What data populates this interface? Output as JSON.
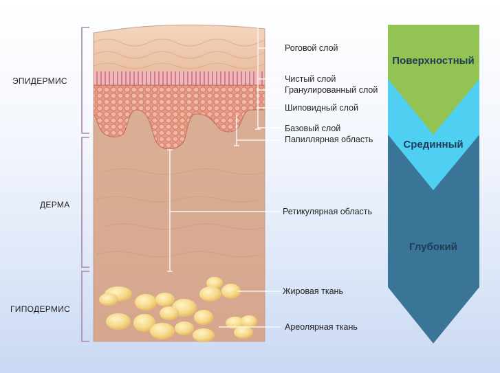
{
  "regions": {
    "epidermis": "ЭПИДЕРМИС",
    "dermis": "ДЕРМА",
    "hypodermis": "ГИПОДЕРМИС"
  },
  "layers": {
    "stratum_corneum": "Роговой слой",
    "stratum_lucidum": "Чистый слой",
    "stratum_granulosum": "Гранулированный слой",
    "stratum_spinosum": "Шиповидный слой",
    "stratum_basale": "Базовый слой",
    "papillary": "Папиллярная область",
    "reticular": "Ретикулярная область",
    "adipose": "Жировая ткань",
    "areolar": "Ареолярная ткань"
  },
  "depth_scale": {
    "superficial": "Поверхностный",
    "medium": "Срединный",
    "deep": "Глубокий"
  },
  "colors": {
    "superficial": "#92c353",
    "medium": "#4fd0f2",
    "deep": "#3a7598",
    "bracket": "#a68aaa"
  }
}
